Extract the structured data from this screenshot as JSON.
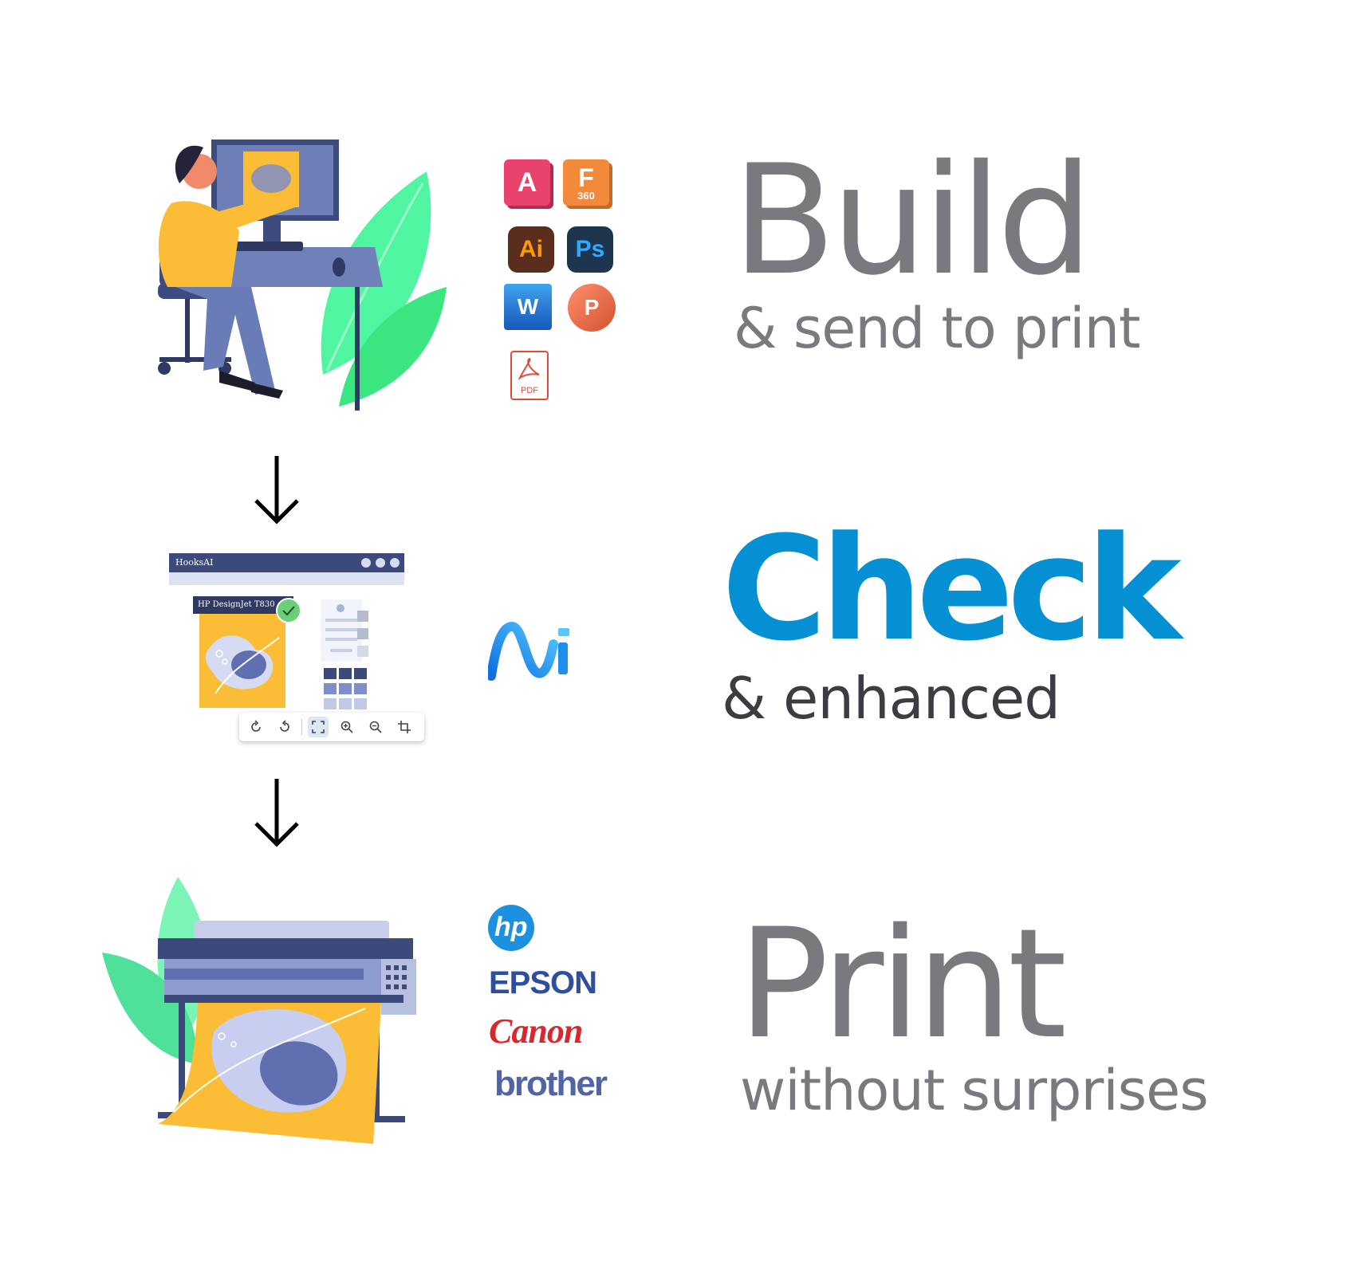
{
  "steps": {
    "build": {
      "title": "Build",
      "subtitle": "& send to print"
    },
    "check": {
      "title": "Check",
      "subtitle": "& enhanced"
    },
    "print": {
      "title": "Print",
      "subtitle": "without surprises"
    }
  },
  "apps": {
    "autocad": "A",
    "fusion": "F",
    "fusion_badge": "360",
    "illustrator": "Ai",
    "photoshop": "Ps",
    "word": "W",
    "powerpoint": "P",
    "pdf": "PDF"
  },
  "check_ui": {
    "window_title": "HooksAI",
    "printer_tag": "HP DesignJet T830"
  },
  "printer_brands": {
    "hp": "hp",
    "epson": "EPSON",
    "canon": "Canon",
    "brother": "brother"
  },
  "colors": {
    "heading_gray": "#7a797e",
    "check_blue": "#0590d4",
    "dark_text": "#3d3c42",
    "art_yellow": "#fbbd35",
    "navy": "#3b4a7a",
    "leaf_green": "#4ff5a0"
  },
  "icons": [
    "arrow-down-icon",
    "rotate-right-icon",
    "rotate-left-icon",
    "fit-screen-icon",
    "zoom-in-icon",
    "zoom-out-icon",
    "crop-icon",
    "check-icon"
  ]
}
